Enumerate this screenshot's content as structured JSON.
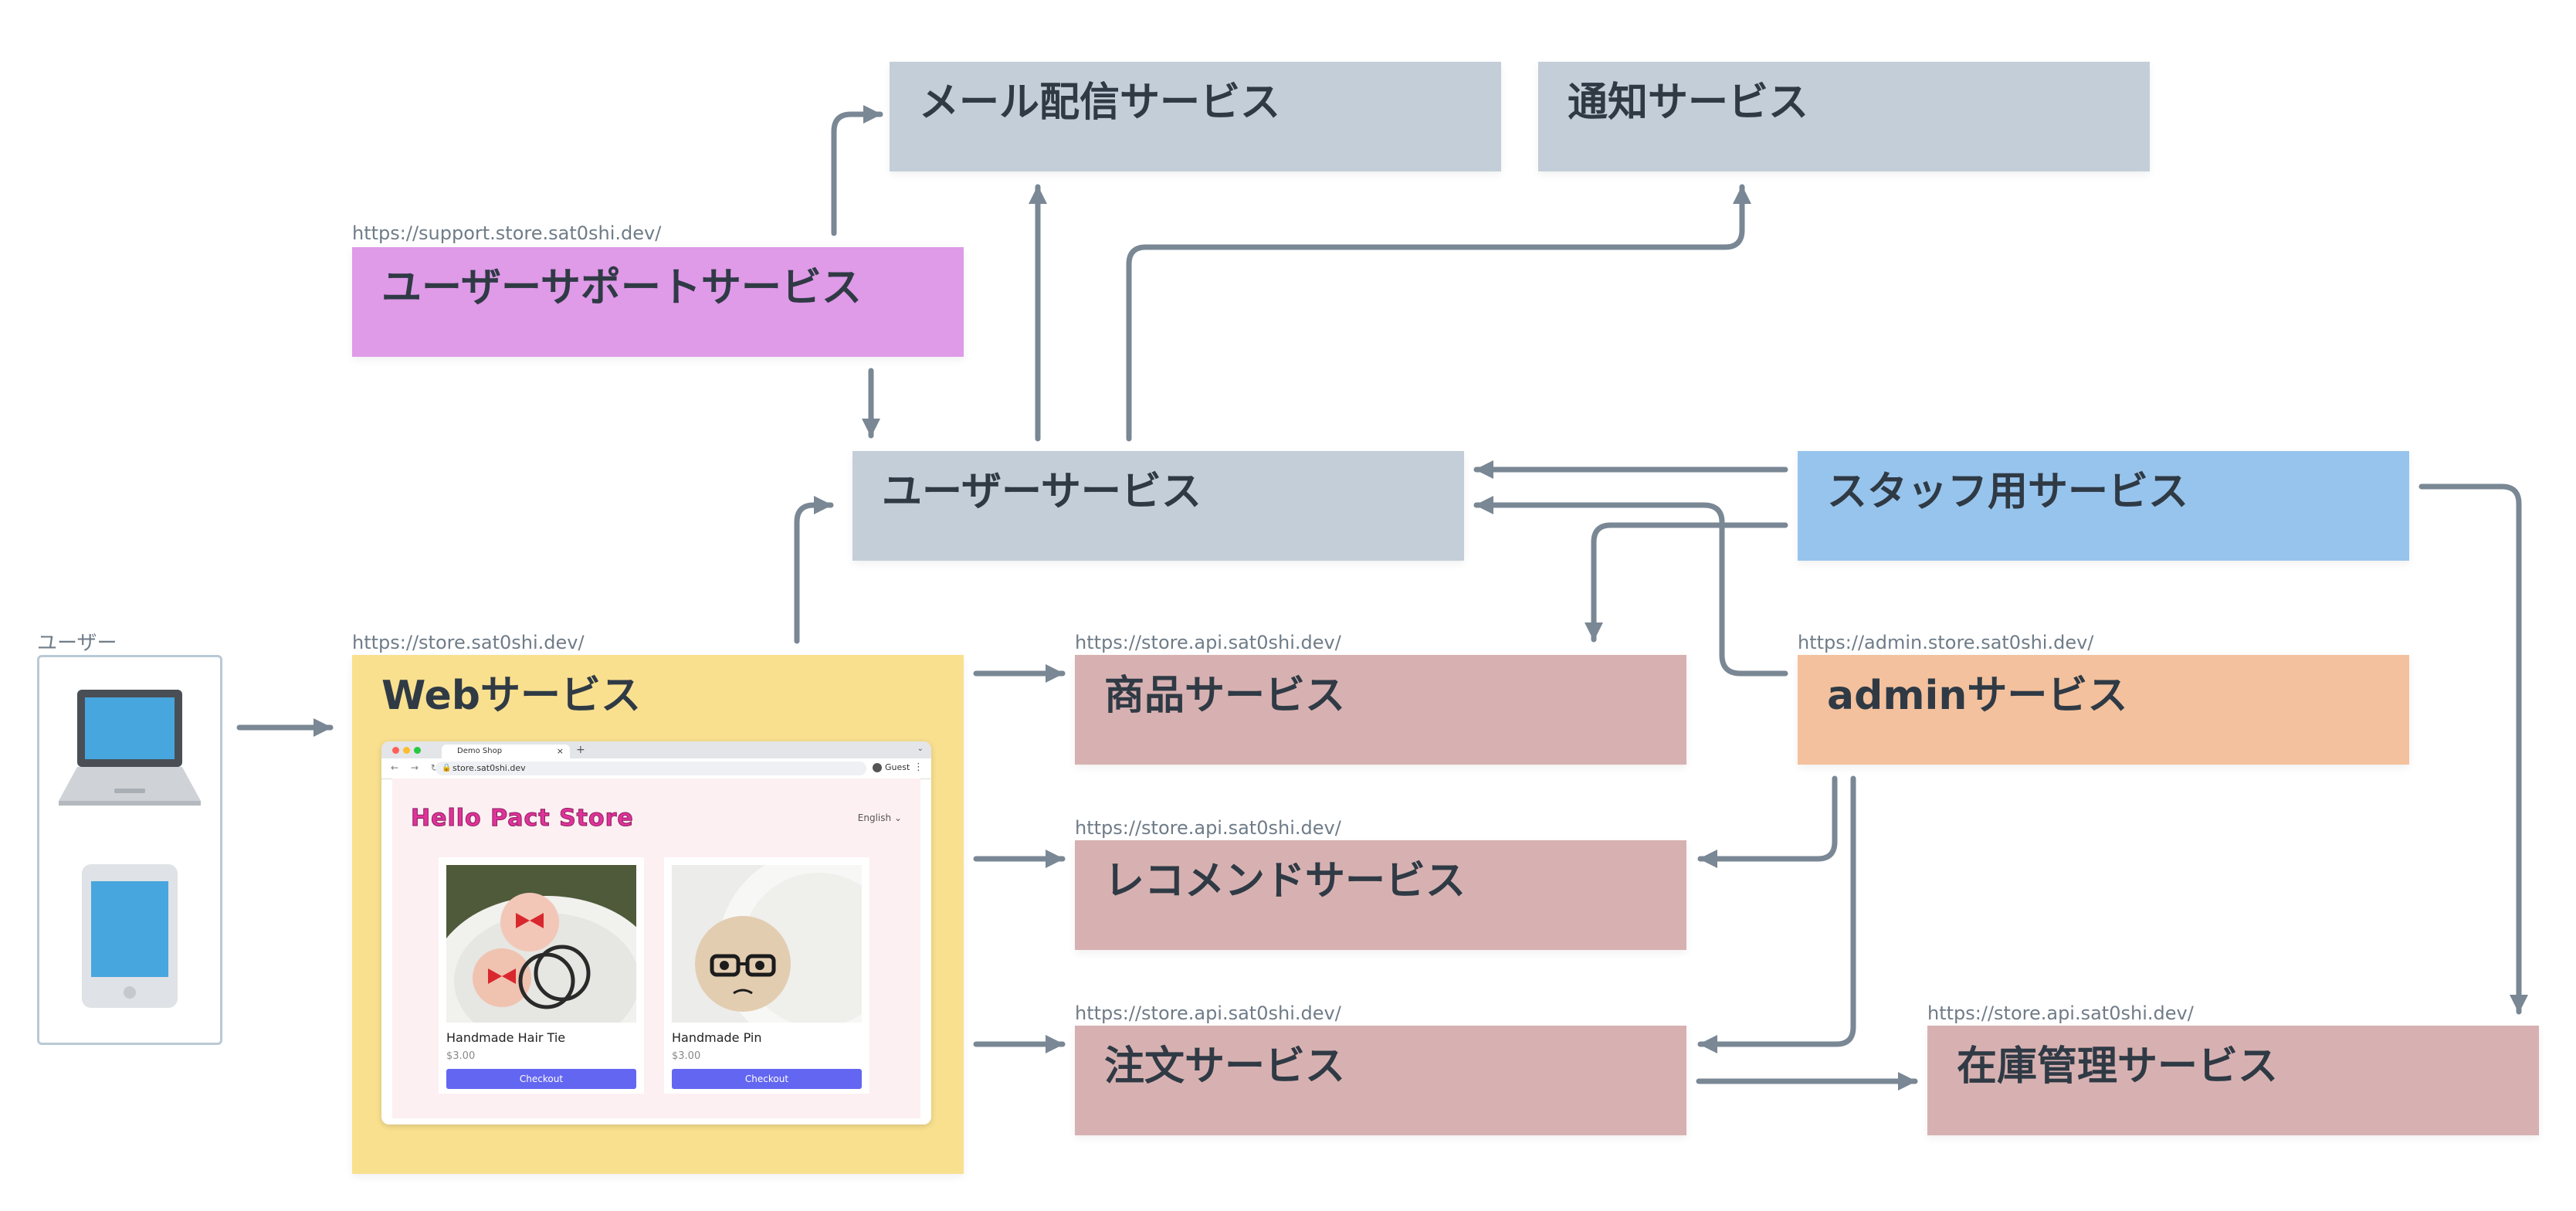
{
  "services": {
    "mail": "メール配信サービス",
    "notify": "通知サービス",
    "support": "ユーザーサポートサービス",
    "user": "ユーザーサービス",
    "staff": "スタッフ用サービス",
    "web": "Webサービス",
    "product": "商品サービス",
    "admin": "adminサービス",
    "recommend": "レコメンドサービス",
    "order": "注文サービス",
    "inventory": "在庫管理サービス"
  },
  "urls": {
    "support": "https://support.store.sat0shi.dev/",
    "web": "https://store.sat0shi.dev/",
    "product": "https://store.api.sat0shi.dev/",
    "admin": "https://admin.store.sat0shi.dev/",
    "recommend": "https://store.api.sat0shi.dev/",
    "order": "https://store.api.sat0shi.dev/",
    "inventory": "https://store.api.sat0shi.dev/"
  },
  "user_label": "ユーザー",
  "browser": {
    "tab_title": "Demo Shop",
    "address": "store.sat0shi.dev",
    "profile": "Guest",
    "store_title": "Hello Pact Store",
    "language": "English",
    "products": [
      {
        "name": "Handmade Hair Tie",
        "price": "$3.00",
        "button": "Checkout"
      },
      {
        "name": "Handmade Pin",
        "price": "$3.00",
        "button": "Checkout"
      }
    ]
  },
  "colors": {
    "gray_service": "#c3ced8",
    "support": "#df9ae8",
    "staff": "#97c4ec",
    "web": "#f9e08f",
    "api": "#d7b1b1",
    "admin": "#f3c19d",
    "arrow": "#7a8794",
    "text": "#2f3a45"
  }
}
